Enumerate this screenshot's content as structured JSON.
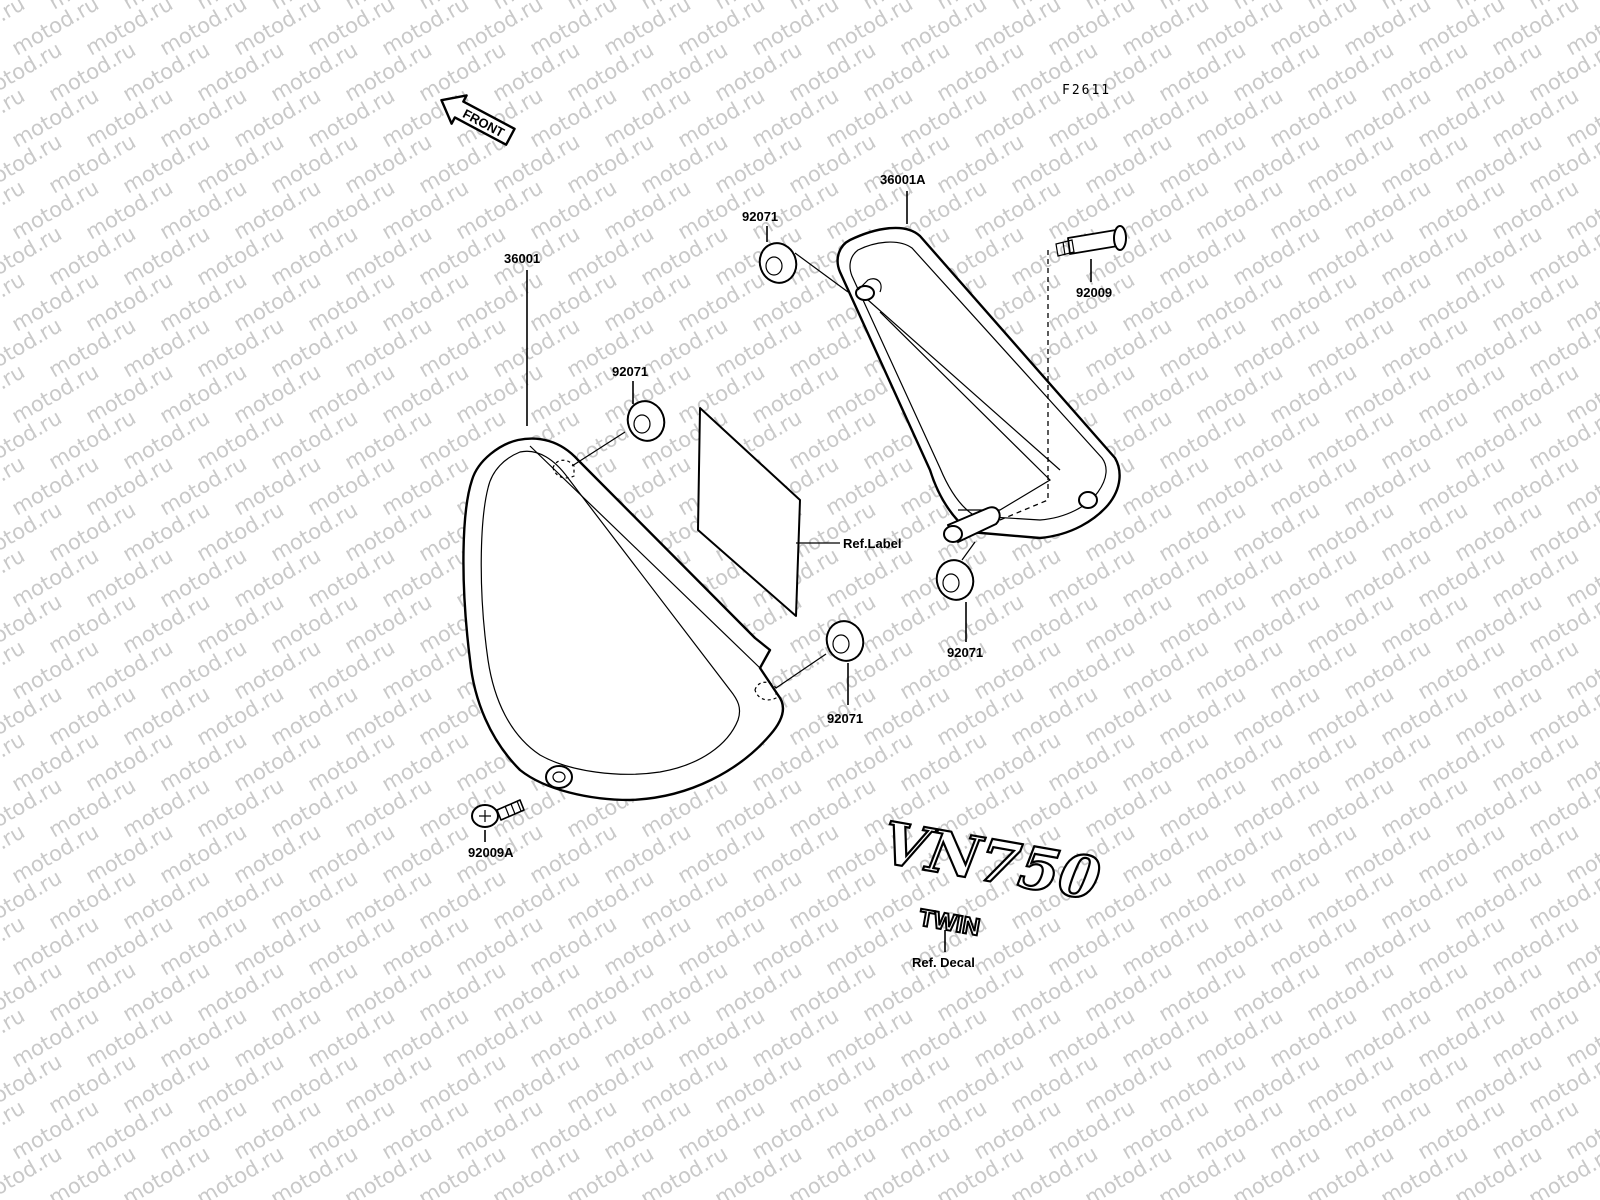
{
  "diagram": {
    "figure_code": "F2611",
    "front_arrow_text": "FRONT",
    "watermark": "motod.ru",
    "decal_text": {
      "model": "VN750",
      "sub": "TWIN"
    },
    "callouts": {
      "cover_left": "36001",
      "cover_right": "36001A",
      "grommet_top_left": "92071",
      "grommet_top_right": "92071",
      "grommet_bottom_left": "92071",
      "grommet_bottom_right": "92071",
      "bolt_right": "92009",
      "bolt_left": "92009A",
      "label": "Ref.Label",
      "decal": "Ref. Decal"
    }
  }
}
